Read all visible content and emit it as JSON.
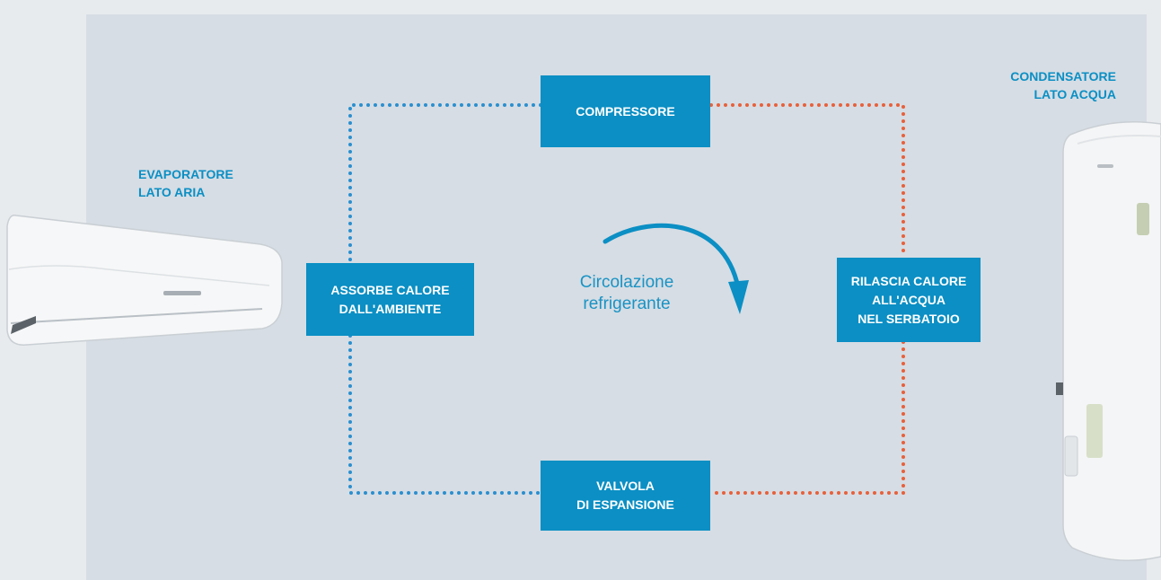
{
  "diagram": {
    "boxes": {
      "compressor": [
        "COMPRESSORE"
      ],
      "absorbs": [
        "ASSORBE CALORE",
        "DALL'AMBIENTE"
      ],
      "releases": [
        "RILASCIA CALORE",
        "ALL'ACQUA",
        "NEL SERBATOIO"
      ],
      "valve": [
        "VALVOLA",
        "DI ESPANSIONE"
      ]
    },
    "labels": {
      "evaporator": [
        "EVAPORATORE",
        "LATO ARIA"
      ],
      "condenser": [
        "CONDENSATORE",
        "LATO ACQUA"
      ]
    },
    "center": [
      "Circolazione",
      "refrigerante"
    ]
  },
  "colors": {
    "accent_blue": "#0b8fc4",
    "cold_line": "#2a8fcf",
    "hot_line": "#e8603a",
    "panel": "#d6dde4"
  },
  "icons": {
    "arrow": "curved-arrow-icon",
    "indoor_unit": "air-conditioner-icon",
    "tank": "water-heater-tank-icon"
  }
}
